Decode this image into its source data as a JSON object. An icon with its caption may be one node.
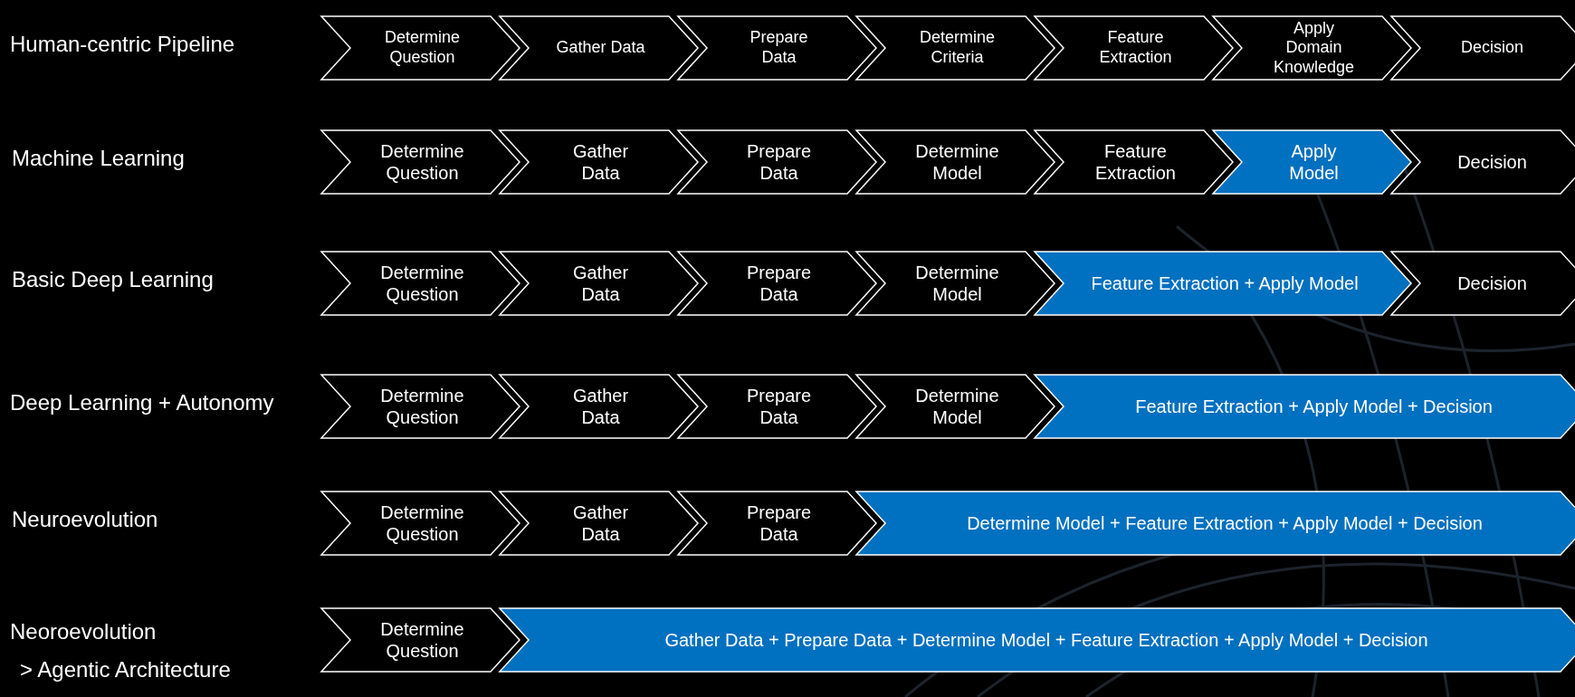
{
  "diagram": {
    "nodes": [
      {
        "text": [
          "Determine Question"
        ]
      },
      {
        "text": [
          "Gather Data"
        ]
      },
      {
        "text": [
          "Prepare Data"
        ]
      },
      {
        "text": [
          "Determine Criteria"
        ]
      },
      {
        "text": [
          "Feature Extraction"
        ]
      },
      {
        "text": [
          "Apply Domain Knowledge"
        ]
      },
      {
        "text": [
          "Decision"
        ]
      },
      {
        "text": [
          "Determine Question"
        ]
      },
      {
        "text": [
          "Gather Data"
        ]
      },
      {
        "text": [
          "Prepare Data"
        ]
      },
      {
        "text": [
          "Determine Model"
        ]
      },
      {
        "text": [
          "Feature Extraction"
        ]
      },
      {
        "text": [
          "Apply Model"
        ]
      },
      {
        "text": [
          "Decision"
        ]
      },
      {
        "text": [
          "Determine Question"
        ]
      },
      {
        "text": [
          "Gather Data"
        ]
      },
      {
        "text": [
          "Prepare Data"
        ]
      },
      {
        "text": [
          "Determine Model"
        ]
      },
      {
        "text": [
          "Feature Extraction + Apply Model"
        ]
      },
      {
        "text": [
          "Decision"
        ]
      },
      {
        "text": [
          "Determine Question"
        ]
      },
      {
        "text": [
          "Gather Data"
        ]
      },
      {
        "text": [
          "Prepare Data"
        ]
      },
      {
        "text": [
          "Determine Model"
        ]
      },
      {
        "text": [
          "Feature Extraction + Apply Model + Decision"
        ]
      },
      {
        "text": [
          "Determine Question"
        ]
      },
      {
        "text": [
          "Gather Data"
        ]
      },
      {
        "text": [
          "Prepare Data"
        ]
      },
      {
        "text": [
          "Determine Model + Feature Extraction + Apply Model + Decision"
        ]
      },
      {
        "text": [
          "Determine Question"
        ]
      },
      {
        "text": [
          "Gather Data + Prepare Data + Determine Model + Feature Extraction + Apply Model + Decision"
        ]
      }
    ],
    "labels": [
      "Human-centric Pipeline",
      "Machine Learning",
      "Basic Deep Learning",
      "Deep Learning + Autonomy",
      "Neuroevolution",
      "Neoroevolution",
      "> Agentic Architecture"
    ]
  }
}
